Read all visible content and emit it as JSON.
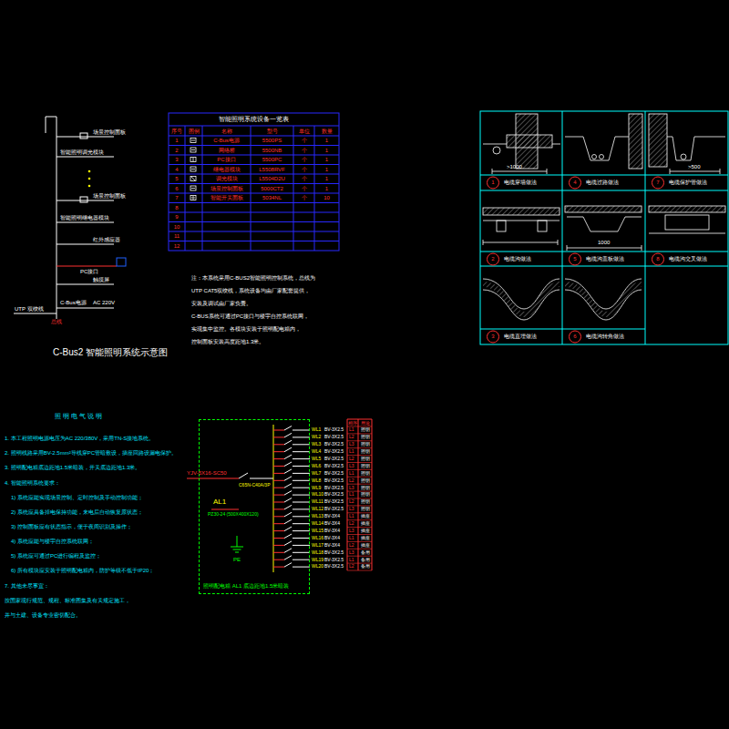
{
  "diagram": {
    "nodes": [
      {
        "text": [
          "照明配电箱 AL1 底边距地1.5米暗装"
        ]
      }
    ],
    "labels": [
      "场景控制面板",
      "智能照明调光模块",
      "场景控制面板",
      "智能照明继电器模块",
      "红外感应器",
      "PC接口",
      "触摸屏",
      "C-Bus电源",
      "AC 220V",
      "UTP 双绞线",
      "总线",
      "C-Bus2 智能照明系统示意图",
      "智能照明系统设备一览表",
      "序号",
      "图例",
      "名称",
      "型号",
      "单位",
      "数量",
      "1",
      "C-Bus电源",
      "5500PS",
      "个",
      "1",
      "2",
      "网络桥",
      "5500NB",
      "个",
      "1",
      "3",
      "PC接口",
      "5500PC",
      "个",
      "1",
      "4",
      "继电器模块",
      "L5508RVF",
      "个",
      "1",
      "5",
      "调光模块",
      "L5504D2U",
      "个",
      "1",
      "6",
      "场景控制面板",
      "5000CT2",
      "个",
      "1",
      "7",
      "智能开关面板",
      "5034NL",
      "个",
      "10",
      "8",
      "9",
      "10",
      "11",
      "12",
      "注：本系统采用C-BUS2智能照明控制系统，总线为",
      "UTP CAT5双绞线，系统设备均由厂家配套提供，",
      "安装及调试由厂家负责。",
      "C-BUS系统可通过PC接口与楼宇自控系统联网，",
      "实现集中监控。各模块安装于照明配电箱内，",
      "控制面板安装高度距地1.3米。",
      "1",
      "电缆穿墙做法",
      "4",
      "电缆过路做法",
      "7",
      "电缆保护管做法",
      "2",
      "电缆沟做法",
      "5",
      "电缆沟盖板做法",
      "8",
      "电缆沟交叉做法",
      "3",
      "电缆直埋做法",
      "6",
      "电缆沟转角做法",
      ">1000",
      "1000",
      ">500",
      "照 明 电 气 说 明",
      "1. 本工程照明电源电压为AC 220/380V，采用TN-S接地系统。",
      "2. 照明线路采用BV-2.5mm²导线穿PC管暗敷设，插座回路设漏电保护。",
      "3. 照明配电箱底边距地1.5米暗装，开关底边距地1.3米。",
      "4. 智能照明系统要求：",
      "1) 系统应能实现场景控制、定时控制及手动控制功能；",
      "2) 系统应具备掉电保持功能，来电后自动恢复原状态；",
      "3) 控制面板应有状态指示，便于夜间识别及操作；",
      "4) 系统应能与楼宇自控系统联网；",
      "5) 系统应可通过PC进行编程及监控；",
      "6) 所有模块应安装于照明配电箱内，防护等级不低于IP20；",
      "7. 其他未尽事宜：",
      "按国家现行规范、规程、标准图集及有关规定施工，",
      "并与土建、设备专业密切配合。",
      "YJV-5X16-SC50",
      "C65N-C40A/3P",
      "AL1",
      "PZ30-24 (500X400X120)",
      "PE",
      "相序",
      "用途",
      "WL1",
      "BV-3X2.5",
      "L1",
      "照明",
      "WL2",
      "BV-3X2.5",
      "L2",
      "照明",
      "WL3",
      "BV-3X2.5",
      "L3",
      "照明",
      "WL4",
      "BV-3X2.5",
      "L1",
      "照明",
      "WL5",
      "BV-3X2.5",
      "L2",
      "照明",
      "WL6",
      "BV-3X2.5",
      "L3",
      "照明",
      "WL7",
      "BV-3X2.5",
      "L1",
      "照明",
      "WL8",
      "BV-3X2.5",
      "L2",
      "照明",
      "WL9",
      "BV-3X2.5",
      "L3",
      "照明",
      "WL10",
      "BV-3X2.5",
      "L1",
      "照明",
      "WL11",
      "BV-3X2.5",
      "L2",
      "照明",
      "WL12",
      "BV-3X2.5",
      "L3",
      "照明",
      "WL13",
      "BV-3X4",
      "L1",
      "插座",
      "WL14",
      "BV-3X4",
      "L2",
      "插座",
      "WL15",
      "BV-3X4",
      "L3",
      "插座",
      "WL16",
      "BV-3X4",
      "L1",
      "插座",
      "WL17",
      "BV-3X4",
      "L2",
      "插座",
      "WL18",
      "BV-3X2.5",
      "L3",
      "备用",
      "WL19",
      "BV-3X2.5",
      "L1",
      "备用",
      "WL20",
      "BV-3X2.5",
      "L2",
      "备用"
    ]
  }
}
